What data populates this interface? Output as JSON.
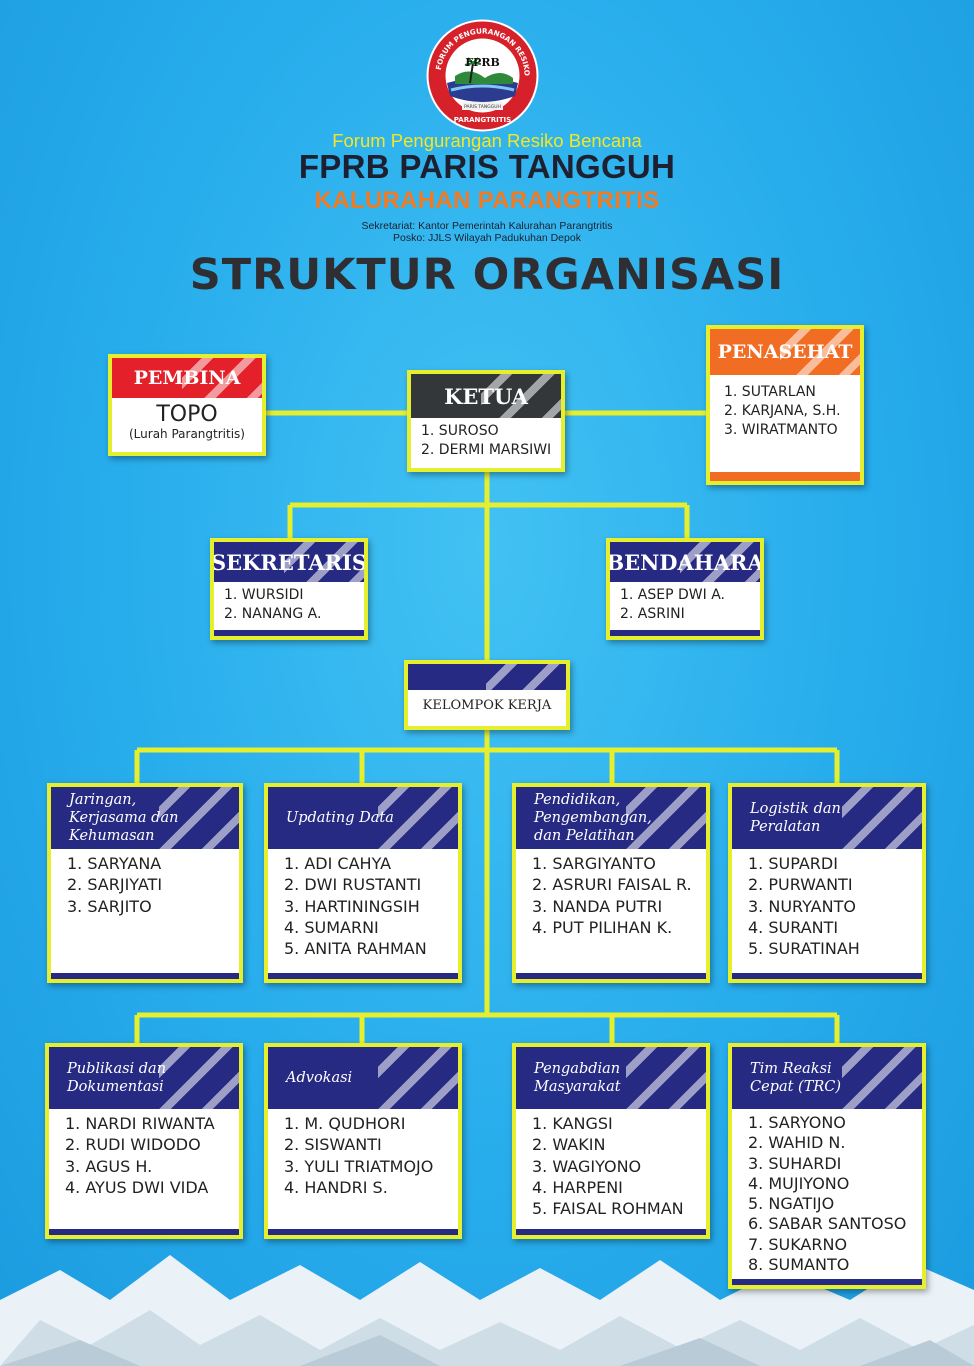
{
  "header": {
    "logo_text": "FPRB",
    "logo_ring": "FORUM PENGURANGAN RESIKO BENCANA",
    "logo_inner": "PARIS TANGGUH",
    "logo_bottom": "PARANGTRITIS",
    "line1": "Forum Pengurangan Resiko Bencana",
    "line2": "FPRB PARIS TANGGUH",
    "line3": "KALURAHAN PARANGTRITIS",
    "line4": "Sekretariat: Kantor Pemerintah Kalurahan Parangtritis",
    "line5": "Posko: JJLS Wilayah Padukuhan Depok",
    "title": "STRUKTUR ORGANISASI"
  },
  "pembina": {
    "title": "PEMBINA",
    "name": "TOPO",
    "note": "(Lurah Parangtritis)"
  },
  "ketua": {
    "title": "KETUA",
    "members": [
      "1. SUROSO",
      "2. DERMI MARSIWI"
    ]
  },
  "penasehat": {
    "title": "PENASEHAT",
    "members": [
      "1. SUTARLAN",
      "2. KARJANA, S.H.",
      "3. WIRATMANTO"
    ]
  },
  "sekretaris": {
    "title": "SEKRETARIS",
    "members": [
      "1. WURSIDI",
      "2. NANANG A."
    ]
  },
  "bendahara": {
    "title": "BENDAHARA",
    "members": [
      "1. ASEP DWI A.",
      "2. ASRINI"
    ]
  },
  "kelompok": {
    "title": "KELOMPOK KERJA"
  },
  "groups": [
    {
      "title": "Jaringan, Kerjasama dan Kehumasan",
      "members": [
        "1. SARYANA",
        "2. SARJIYATI",
        "3. SARJITO"
      ]
    },
    {
      "title": "Updating Data",
      "members": [
        "1. ADI CAHYA",
        "2. DWI RUSTANTI",
        "3. HARTININGSIH",
        "4. SUMARNI",
        "5. ANITA RAHMAN"
      ]
    },
    {
      "title": "Pendidikan, Pengembangan, dan Pelatihan",
      "members": [
        "1. SARGIYANTO",
        "2. ASRURI FAISAL R.",
        "3. NANDA PUTRI",
        "4. PUT PILIHAN K."
      ]
    },
    {
      "title": "Logistik dan Peralatan",
      "members": [
        "1. SUPARDI",
        "2. PURWANTI",
        "3. NURYANTO",
        "4. SURANTI",
        "5. SURATINAH"
      ]
    },
    {
      "title": "Publikasi dan Dokumentasi",
      "members": [
        "1. NARDI RIWANTA",
        "2. RUDI WIDODO",
        "3. AGUS H.",
        "4. AYUS DWI VIDA"
      ]
    },
    {
      "title": "Advokasi",
      "members": [
        "1. M. QUDHORI",
        "2. SISWANTI",
        "3. YULI TRIATMOJO",
        "4. HANDRI S."
      ]
    },
    {
      "title": "Pengabdian Masyarakat",
      "members": [
        "1. KANGSI",
        "2. WAKIN",
        "3. WAGIYONO",
        "4. HARPENI",
        "5. FAISAL ROHMAN"
      ]
    },
    {
      "title": "Tim Reaksi Cepat (TRC)",
      "members": [
        "1. SARYONO",
        "2. WAHID N.",
        "3. SUHARDI",
        "4. MUJIYONO",
        "5. NGATIJO",
        "6. SABAR SANTOSO",
        "7. SUKARNO",
        "8. SUMANTO"
      ]
    }
  ],
  "colors": {
    "background": "#29aeec",
    "frame": "#e6ef2e",
    "navy": "#262a82",
    "red": "#e4202a",
    "orange": "#f26d24",
    "dark": "#34373a",
    "title_yellow": "#f5e625"
  }
}
